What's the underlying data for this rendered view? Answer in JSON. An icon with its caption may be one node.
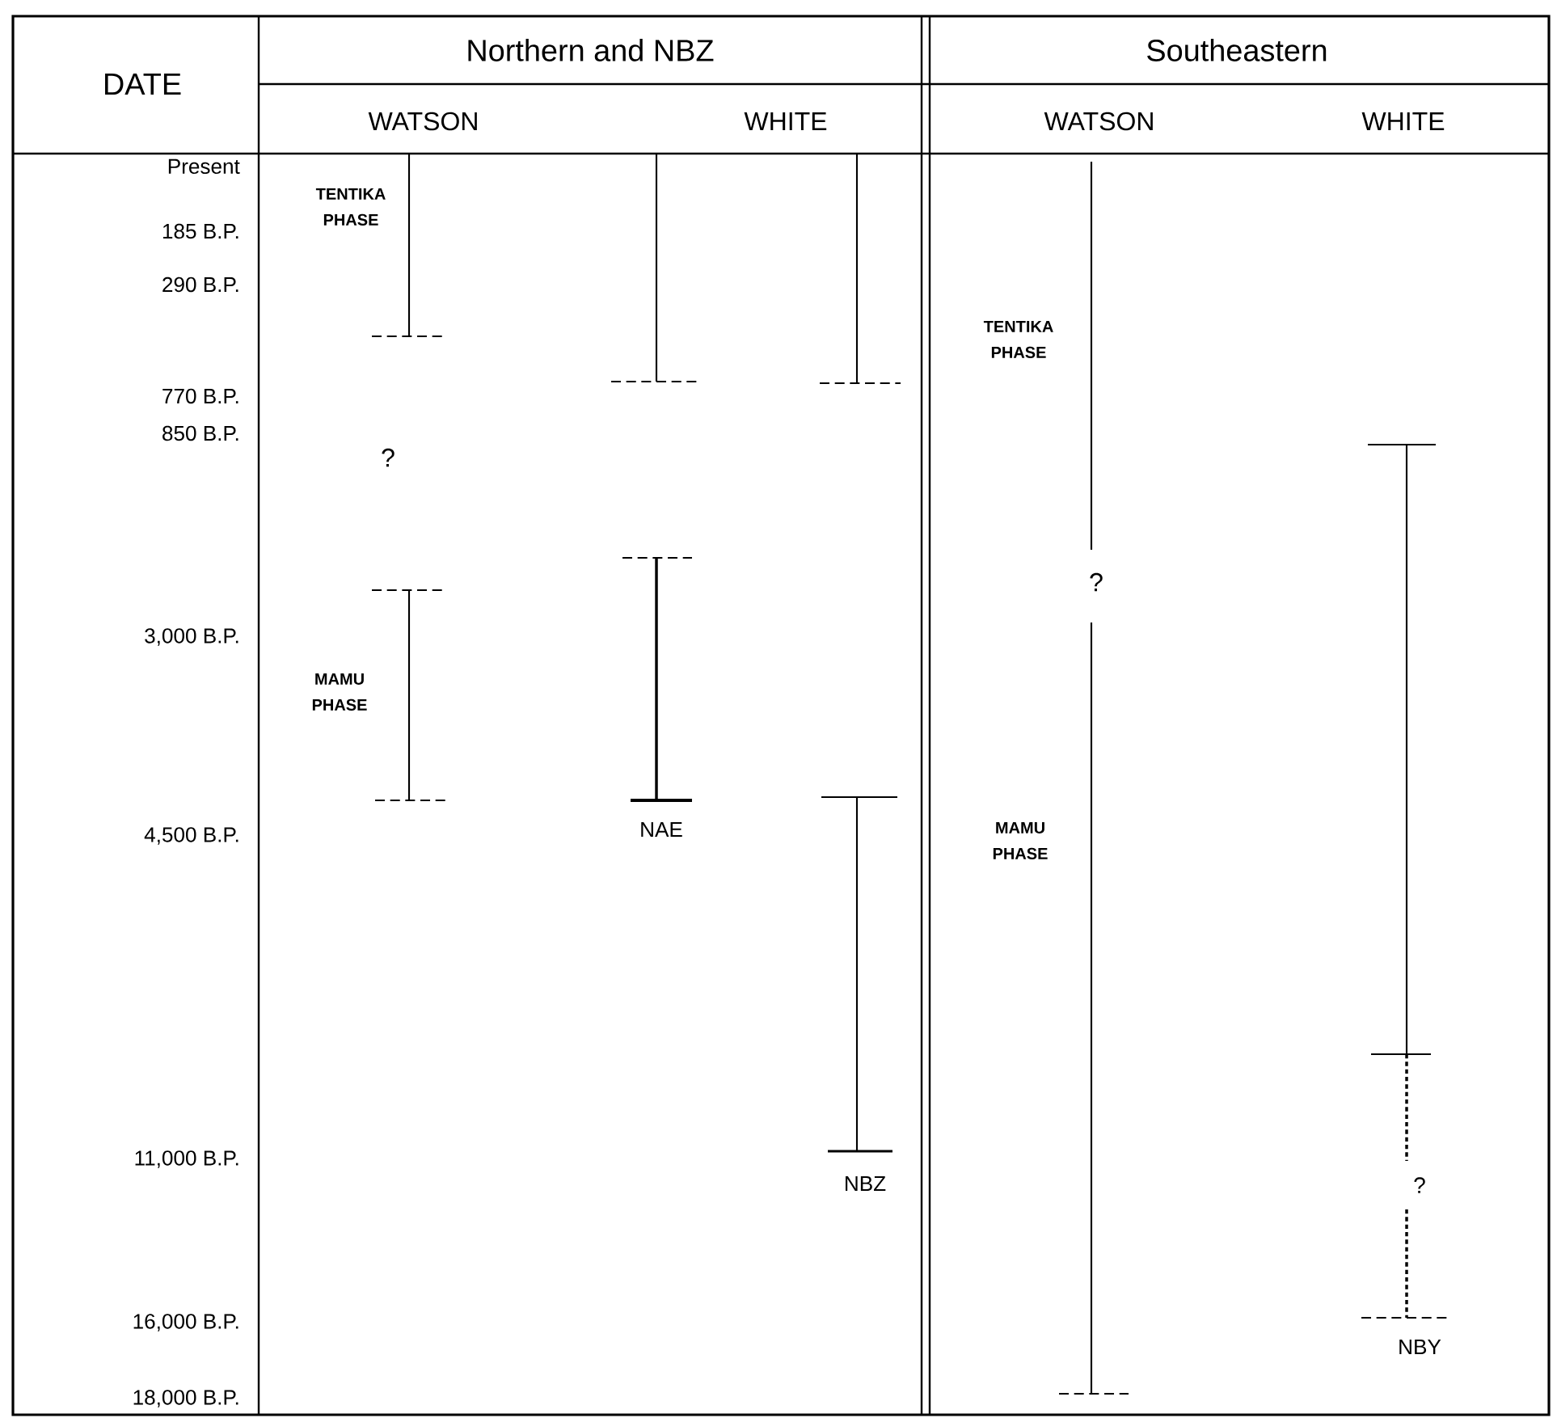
{
  "diagram": {
    "labels": [
      "DATE",
      "Northern and NBZ",
      "Southeastern",
      "WATSON",
      "WHITE",
      "WATSON",
      "WHITE",
      "Present",
      "TENTIKA PHASE",
      "185 B.P.",
      "290 B.P.",
      "TENTIKA PHASE",
      "770 B.P.",
      "850 B.P.",
      "?",
      "?",
      "3,000 B.P.",
      "MAMU PHASE",
      "4,500 B.P.",
      "NAE",
      "MAMU PHASE",
      "11,000 B.P.",
      "NBZ",
      "?",
      "16,000 B.P.",
      "NBY",
      "18,000 B.P."
    ]
  }
}
